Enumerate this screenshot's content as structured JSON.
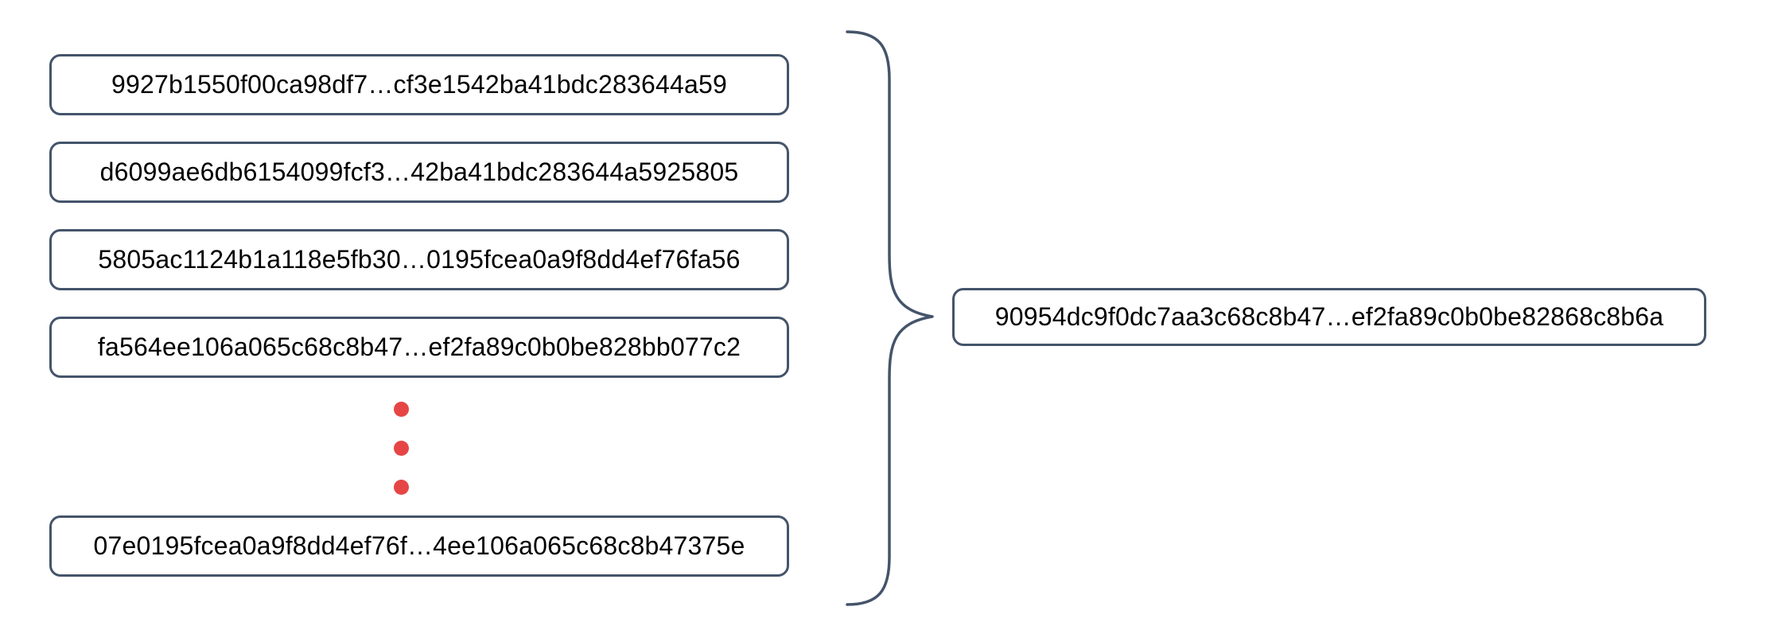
{
  "diagram": {
    "input_hashes": [
      "9927b1550f00ca98df7…cf3e1542ba41bdc283644a59",
      "d6099ae6db6154099fcf3…42ba41bdc283644a5925805",
      "5805ac1124b1a118e5fb30…0195fcea0a9f8dd4ef76fa56",
      "fa564ee106a065c68c8b47…ef2fa89c0b0be828bb077c2",
      "07e0195fcea0a9f8dd4ef76f…4ee106a065c68c8b47375e"
    ],
    "output_hash": "90954dc9f0dc7aa3c68c8b47…ef2fa89c0b0be82868c8b6a",
    "ellipsis": {
      "dot_count": 3
    },
    "colors": {
      "stroke": "#44546a",
      "dot": "#e64545",
      "text": "#000000",
      "background": "#ffffff"
    }
  }
}
